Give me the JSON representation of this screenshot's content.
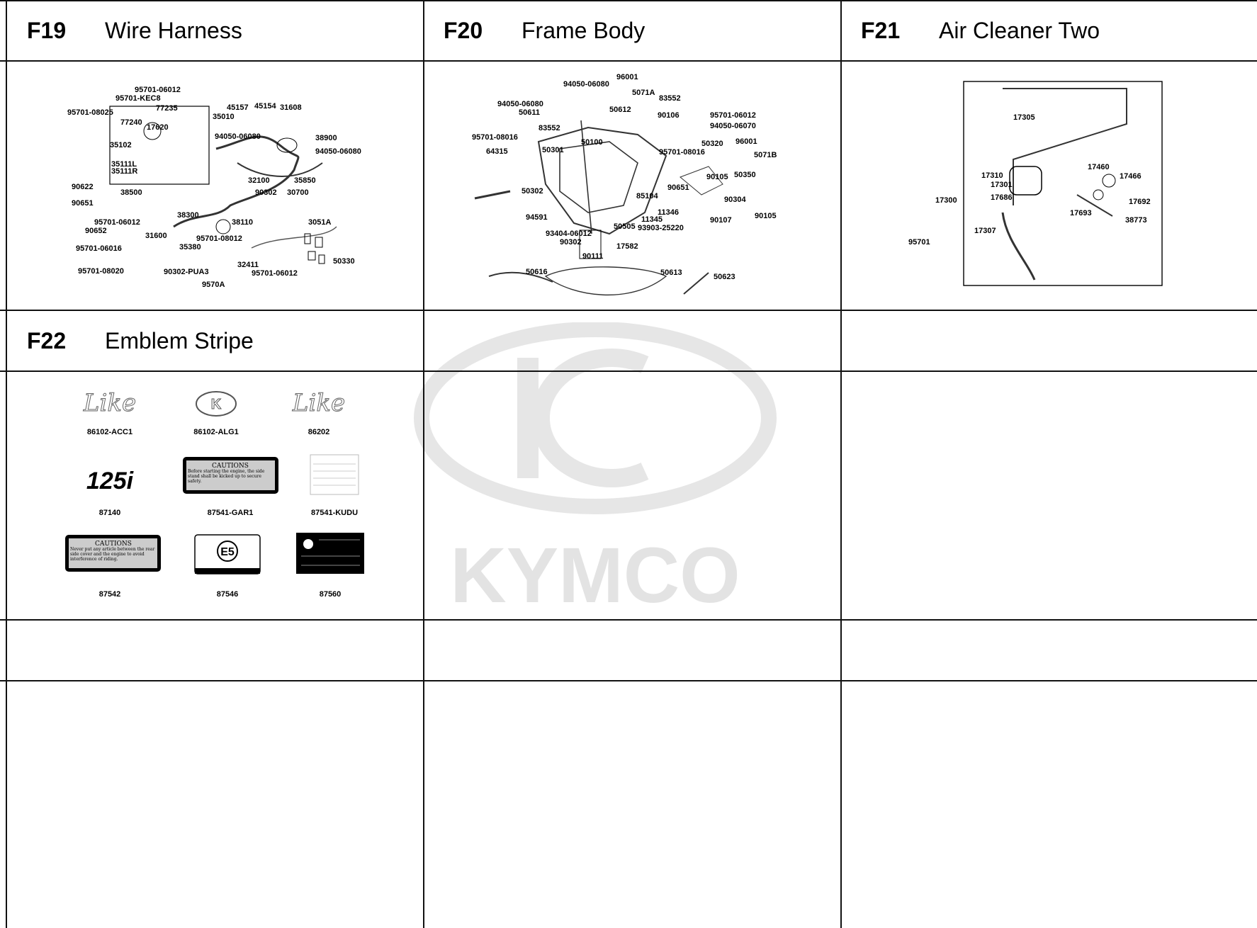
{
  "cells": [
    {
      "code": "F19",
      "name": "Wire Harness"
    },
    {
      "code": "F20",
      "name": "Frame Body"
    },
    {
      "code": "F21",
      "name": "Air Cleaner Two"
    },
    {
      "code": "F22",
      "name": "Emblem  Stripe"
    }
  ],
  "watermark": {
    "text": "KYMCO"
  },
  "f19_labels": [
    "95701-06012",
    "95701-KEC8",
    "95701-08025",
    "77235",
    "77240",
    "17620",
    "35010",
    "45157",
    "45154",
    "31608",
    "35102",
    "35111L",
    "35111R",
    "94050-06080",
    "38900",
    "94050-06080",
    "90622",
    "38500",
    "90651",
    "32100",
    "35850",
    "90302",
    "30700",
    "95701-06012",
    "38300",
    "38110",
    "3051A",
    "90652",
    "31600",
    "95701-08012",
    "95701-06016",
    "35380",
    "32411",
    "50330",
    "95701-08020",
    "90302-PUA3",
    "95701-06012",
    "9570A"
  ],
  "f20_labels": [
    "96001",
    "94050-06080",
    "5071A",
    "83552",
    "94050-06080",
    "50611",
    "50612",
    "90106",
    "95701-06012",
    "94050-06070",
    "83552",
    "95701-08016",
    "50100",
    "96001",
    "50320",
    "64315",
    "50301",
    "95701-08016",
    "5071B",
    "90105",
    "50350",
    "90651",
    "50302",
    "85104",
    "90304",
    "11346",
    "11345",
    "94591",
    "50505",
    "93903-25220",
    "90107",
    "90105",
    "93404-06012",
    "90302",
    "17582",
    "90111",
    "50616",
    "50613",
    "50623"
  ],
  "f21_labels": [
    "17305",
    "17460",
    "17466",
    "17310",
    "17301",
    "17686",
    "17300",
    "17692",
    "17693",
    "38773",
    "17307",
    "95701"
  ],
  "f22_items": [
    {
      "part": "86102-ACC1"
    },
    {
      "part": "86102-ALG1"
    },
    {
      "part": "86202"
    },
    {
      "part": "87140"
    },
    {
      "part": "87541-GAR1"
    },
    {
      "part": "87541-KUDU"
    },
    {
      "part": "87542"
    },
    {
      "part": "87546"
    },
    {
      "part": "87560"
    }
  ],
  "f22_decal_text": {
    "like": "Like",
    "model": "125i",
    "caution_head": "CAUTIONS",
    "caution1": "Before starting the engine, the side stand shall be kicked up to secure safety.",
    "caution2": "Never put any article between the rear side cover and the engine to avoid interference of riding.",
    "e5": "E5"
  }
}
